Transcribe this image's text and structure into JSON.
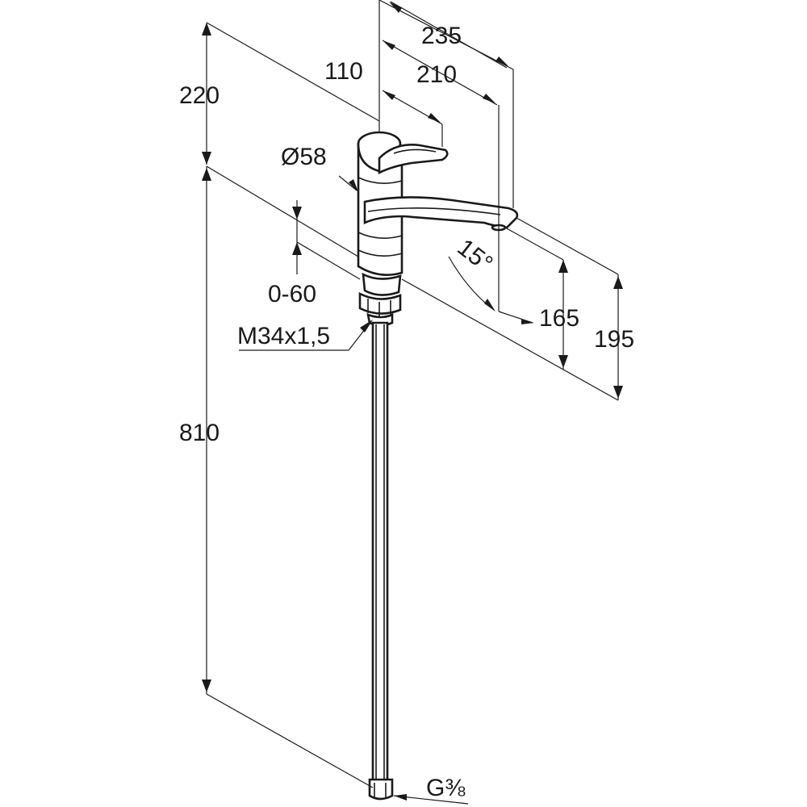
{
  "dimensions": {
    "reach_total": "235",
    "reach_spout": "210",
    "lever_offset": "110",
    "height_top": "220",
    "body_diameter": "Ø58",
    "deck_thickness": "0-60",
    "thread": "M34x1,5",
    "spout_angle": "15°",
    "spout_height": "165",
    "total_height": "195",
    "hose_length": "810",
    "hose_connection": "G⅜"
  },
  "colors": {
    "line": "#1a1a1a",
    "background": "#ffffff"
  }
}
